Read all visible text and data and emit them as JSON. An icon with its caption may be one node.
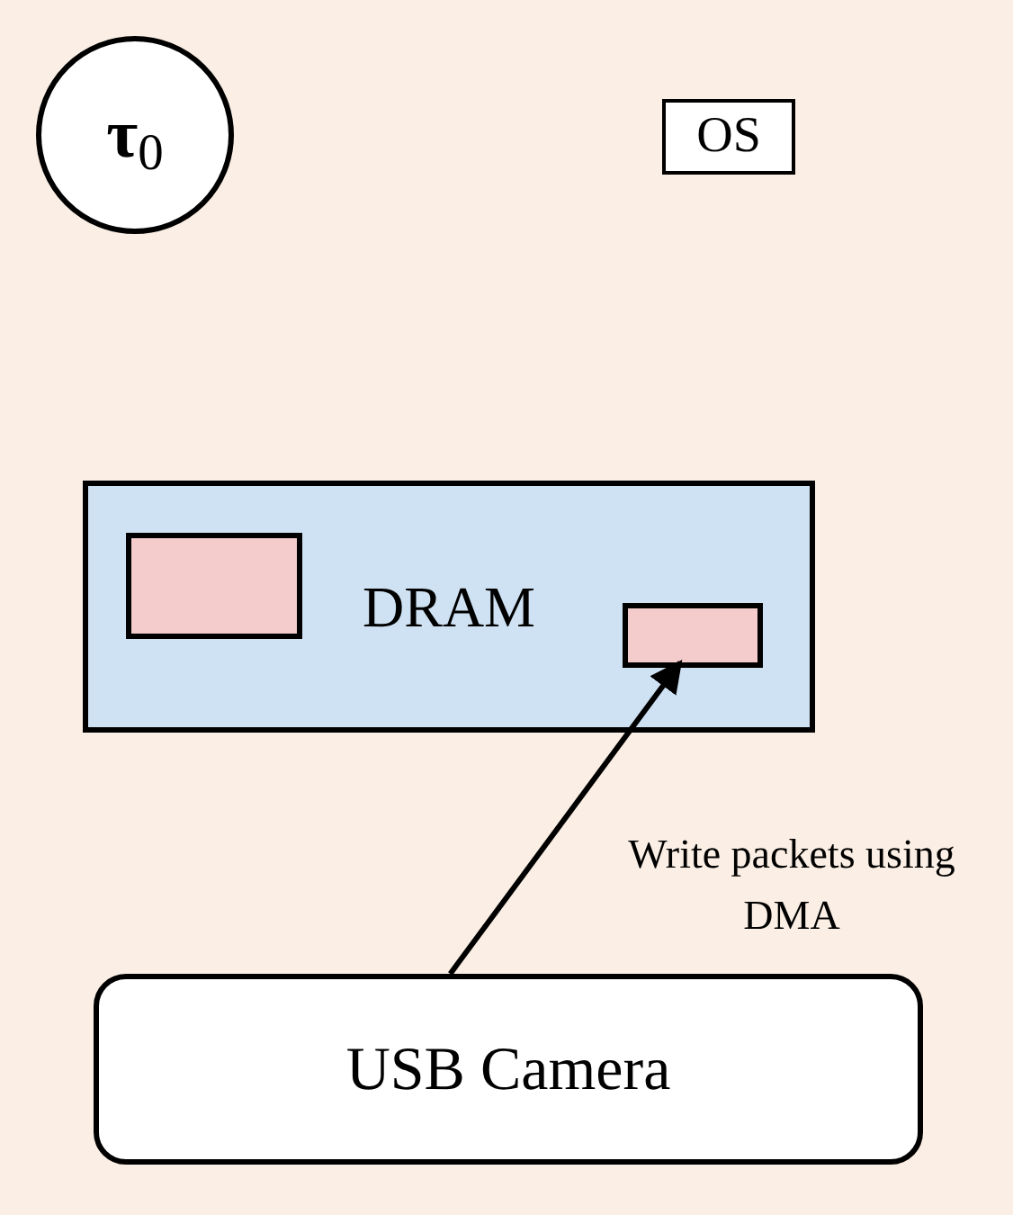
{
  "diagram": {
    "nodes": [
      {
        "text": [
          "**τ**$_{0}$"
        ]
      },
      {
        "text": [
          "OS"
        ]
      },
      {
        "text": [
          "DRAM"
        ]
      },
      {
        "text": [],
        "shape": "box",
        "in": 2
      },
      {
        "text": [],
        "shape": "box",
        "in": 2
      },
      {
        "text": [
          "USB Camera"
        ]
      }
    ],
    "edges": [
      {
        "from": 5,
        "to": 4,
        "arrow": "to",
        "label": "Write packets using DMA"
      }
    ]
  }
}
